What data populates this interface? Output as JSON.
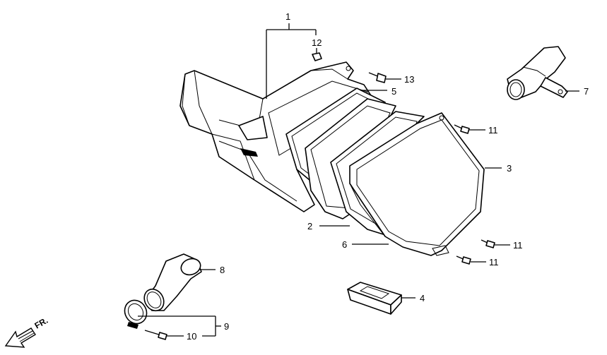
{
  "diagram": {
    "callouts": [
      {
        "id": "c1",
        "text": "1"
      },
      {
        "id": "c12",
        "text": "12"
      },
      {
        "id": "c13",
        "text": "13"
      },
      {
        "id": "c5",
        "text": "5"
      },
      {
        "id": "c7",
        "text": "7"
      },
      {
        "id": "c11a",
        "text": "11"
      },
      {
        "id": "c3",
        "text": "3"
      },
      {
        "id": "c2",
        "text": "2"
      },
      {
        "id": "c6",
        "text": "6"
      },
      {
        "id": "c11b",
        "text": "11"
      },
      {
        "id": "c11c",
        "text": "11"
      },
      {
        "id": "c8",
        "text": "8"
      },
      {
        "id": "c4",
        "text": "4"
      },
      {
        "id": "c9",
        "text": "9"
      },
      {
        "id": "c10",
        "text": "10"
      }
    ],
    "direction_label": "FR."
  }
}
